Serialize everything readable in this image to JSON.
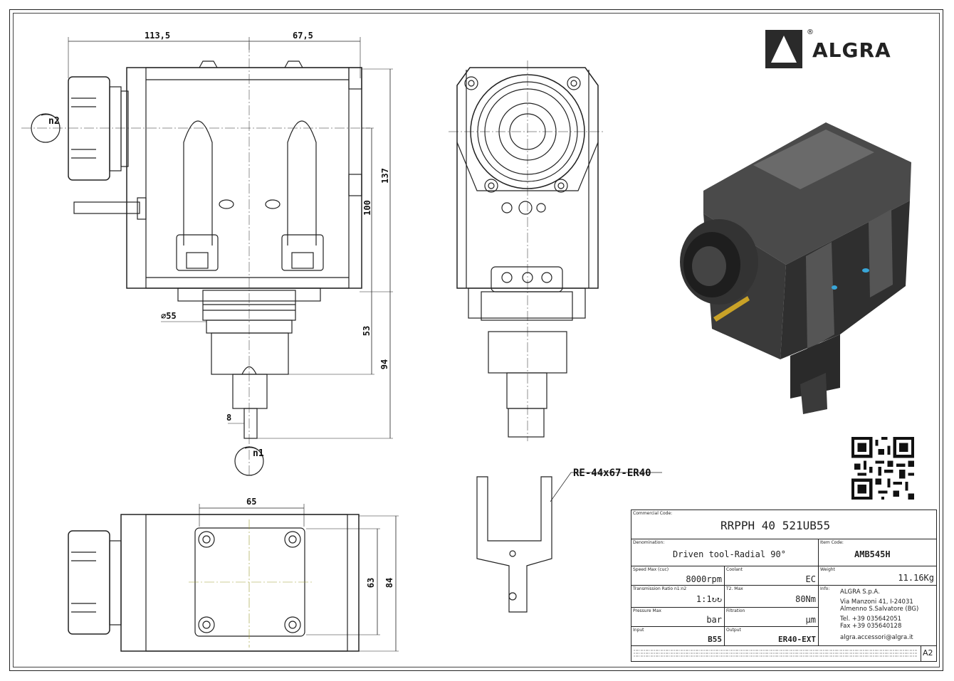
{
  "brand": {
    "name": "ALGRA",
    "registered": "®"
  },
  "dimensions": {
    "top_left": "113,5",
    "top_right": "67,5",
    "h137": "137",
    "h100": "100",
    "h53": "53",
    "h94": "94",
    "dia55": "∅55",
    "w8": "8",
    "w65": "65",
    "h63": "63",
    "h84": "84"
  },
  "rotation_labels": {
    "n1": "n1",
    "n2": "n2"
  },
  "tool_callout": "RE-44x67-ER40",
  "title_block": {
    "commercial_code_label": "Commercial Code:",
    "commercial_code": "RRPPH 40 521UB55",
    "denomination_label": "Denomination:",
    "denomination": "Driven tool-Radial 90°",
    "item_code_label": "Item Code:",
    "item_code": "AMB545H",
    "speed_label": "Speed Max (cuc)",
    "speed": "8000rpm",
    "coolant_label": "Coolant",
    "coolant": "EC",
    "weight_label": "Weight",
    "weight": "11.16Kg",
    "ratio_label": "Transmission Ratio n1:n2",
    "ratio": "1:1↻↻",
    "torque_label": "T2. Max",
    "torque": "80Nm",
    "info_label": "Info:",
    "info_company": "ALGRA S.p.A.",
    "info_address1": "Via Manzoni 41, I-24031",
    "info_address2": "Almenno S.Salvatore (BG)",
    "info_tel": "Tel. +39 035642051",
    "info_fax": "Fax +39 035640128",
    "info_email": "algra.accessori@algra.it",
    "pressure_label": "Pressure Max",
    "pressure": "bar",
    "filtration_label": "Filtration",
    "filtration": "μm",
    "input_label": "Input",
    "input": "B55",
    "output_label": "Output",
    "output": "ER40-EXT",
    "sheet_size": "A2"
  }
}
